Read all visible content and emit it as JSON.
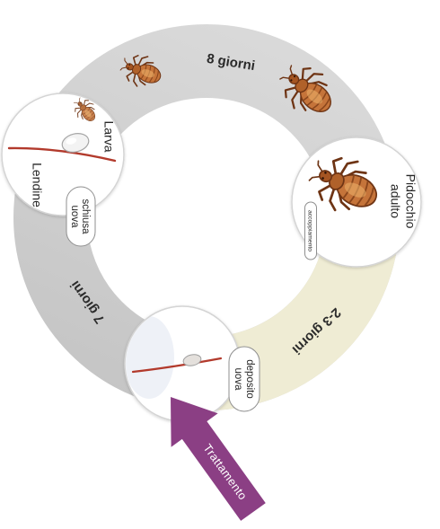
{
  "diagram": {
    "arcs": {
      "top_duration": "8 giorni",
      "left_duration": "7 giorni",
      "bottom_right_duration": "2-3 giorni"
    },
    "stages": {
      "larva": {
        "larva_label": "Larva",
        "nit_label": "Lendine",
        "event_lines": [
          "schiusa",
          "uova"
        ]
      },
      "adult": {
        "label_lines": [
          "Pidocchio",
          "adulto"
        ],
        "event": "accoppiamento"
      },
      "laying": {
        "event_lines": [
          "deposito",
          "uova"
        ]
      }
    },
    "treatment": {
      "label": "Trattamento"
    }
  },
  "colors": {
    "ring_gray": "#c4c4c4",
    "ring_gray_light": "#d9d9d9",
    "ring_yellow": "#efecd4",
    "treatment_arrow": "#8b3f84",
    "louse_body": "#c5743a",
    "hair": "#b23a2c"
  },
  "icons": [
    "louse-icon",
    "larva-icon",
    "nit-icon",
    "hair-strand-icon"
  ]
}
